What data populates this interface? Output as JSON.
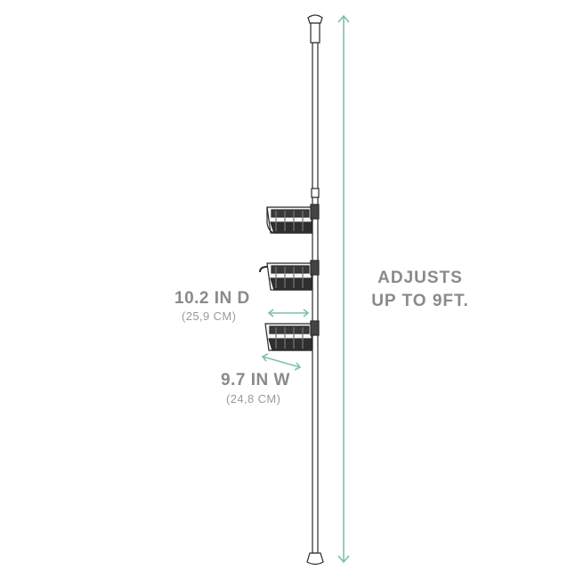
{
  "labels": {
    "depth_main": "10.2 IN D",
    "depth_sub": "(25,9 CM)",
    "width_main": "9.7 IN W",
    "width_sub": "(24,8 CM)",
    "height_line1": "ADJUSTS",
    "height_line2": "UP TO 9FT."
  },
  "colors": {
    "arrow": "#7dbfb1",
    "text": "#8a8a8a",
    "pole": "#2a2a2a"
  }
}
